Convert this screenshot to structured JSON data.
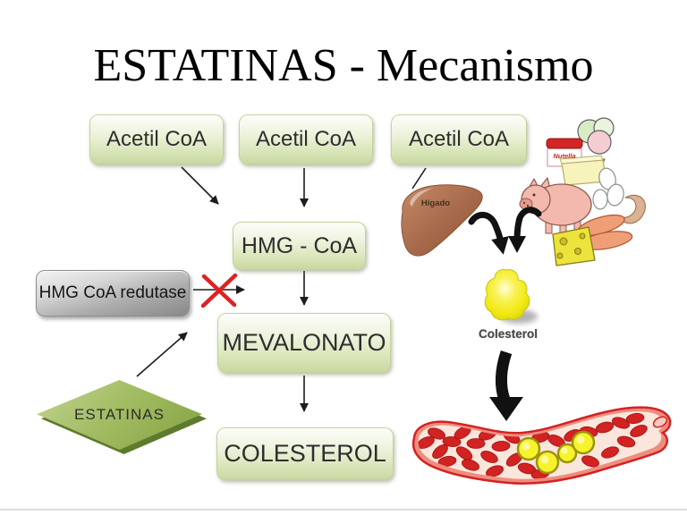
{
  "title": "ESTATINAS - Mecanismo",
  "flowchart": {
    "acetil1": "Acetil CoA",
    "acetil2": "Acetil CoA",
    "acetil3": "Acetil CoA",
    "hmg_coa": "HMG - CoA",
    "mevalonato": "MEVALONATO",
    "colesterol": "COLESTEROL",
    "enzyme": "HMG CoA redutase",
    "estatinas": "ESTATINAS"
  },
  "illustrations": {
    "liver_label": "Hígado",
    "cholesterol_label": "Colesterol",
    "nutella_label": "Nutella"
  },
  "colors": {
    "node_green_top": "#fcfdf9",
    "node_green_bottom": "#c8d8a2",
    "enzyme_gray_top": "#f4f4f4",
    "enzyme_gray_bottom": "#878787",
    "diamond_green_light": "#c3d492",
    "diamond_green_dark": "#83a140",
    "inhibition_x_red": "#dd2222",
    "arrow_black": "#1d1d1d",
    "cholesterol_yellow": "#f1ea12",
    "artery_red": "#d42222",
    "liver_brown": "#a5684a"
  }
}
